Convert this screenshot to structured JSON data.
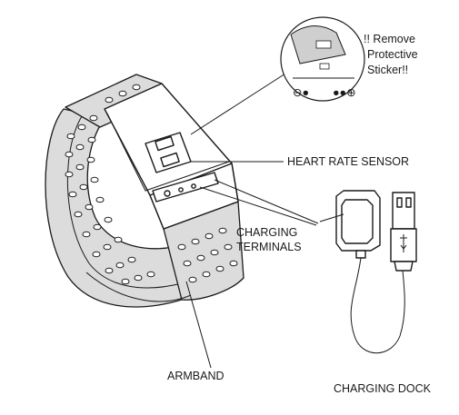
{
  "labels": {
    "callout_line1": "!! Remove",
    "callout_line2": "Protective",
    "callout_line3": "Sticker!!",
    "heart_rate_sensor": "HEART RATE SENSOR",
    "charging_terminals_line1": "CHARGING",
    "charging_terminals_line2": "TERMINALS",
    "armband": "ARMBAND",
    "charging_dock": "CHARGING DOCK"
  },
  "callout_symbols": {
    "negative": "⊖●",
    "positive": "●●⊕"
  },
  "colors": {
    "line": "#1a1a1a",
    "band_fill": "#dcdcdc",
    "sticker_fill": "#cfcfcf",
    "background": "#ffffff"
  }
}
